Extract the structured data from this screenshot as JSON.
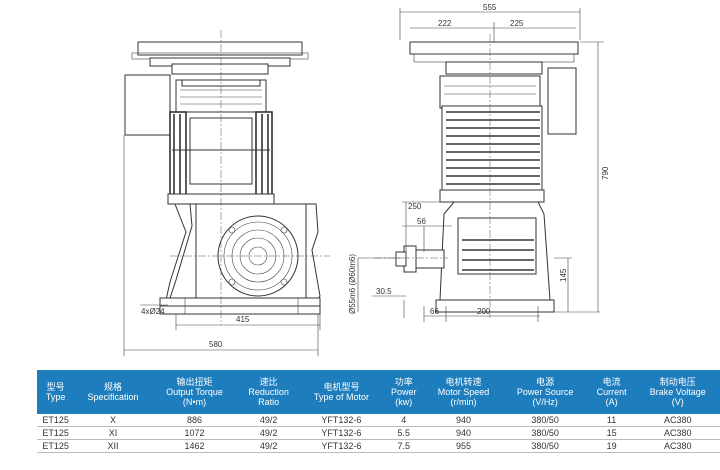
{
  "drawing": {
    "front_view_dims": {
      "hole_label": "4xØ24",
      "width_inner": "415",
      "width_outer": "580"
    },
    "side_view_dims": {
      "top_total": "555",
      "top_left": "222",
      "top_right": "225",
      "height_total": "790",
      "d250": "250",
      "d56": "56",
      "d66": "66",
      "d30_5": "30.5",
      "d145": "145",
      "d200": "200",
      "shaft_dia": "Ø55m6 (Ø60m6)"
    }
  },
  "spec_table": {
    "headers": [
      {
        "zh": "型号",
        "en": "Type",
        "unit": ""
      },
      {
        "zh": "规格",
        "en": "Specification",
        "unit": ""
      },
      {
        "zh": "输出扭矩",
        "en": "Output Torque",
        "unit": "(N•m)"
      },
      {
        "zh": "速比",
        "en": "Reduction",
        "unit": "Ratio"
      },
      {
        "zh": "电机型号",
        "en": "Type of Motor",
        "unit": ""
      },
      {
        "zh": "功率",
        "en": "Power",
        "unit": "(kw)"
      },
      {
        "zh": "电机转速",
        "en": "Motor Speed",
        "unit": "(r/min)"
      },
      {
        "zh": "电源",
        "en": "Power Source",
        "unit": "(V/Hz)"
      },
      {
        "zh": "电流",
        "en": "Current",
        "unit": "(A)"
      },
      {
        "zh": "制动电压",
        "en": "Brake Voltage",
        "unit": "(V)"
      }
    ],
    "rows": [
      [
        "ET125",
        "X",
        "886",
        "49/2",
        "YFT132-6",
        "4",
        "940",
        "380/50",
        "11",
        "AC380"
      ],
      [
        "ET125",
        "XI",
        "1072",
        "49/2",
        "YFT132-6",
        "5.5",
        "940",
        "380/50",
        "15",
        "AC380"
      ],
      [
        "ET125",
        "XII",
        "1462",
        "49/2",
        "YFT132-6",
        "7.5",
        "955",
        "380/50",
        "19",
        "AC380"
      ]
    ]
  }
}
